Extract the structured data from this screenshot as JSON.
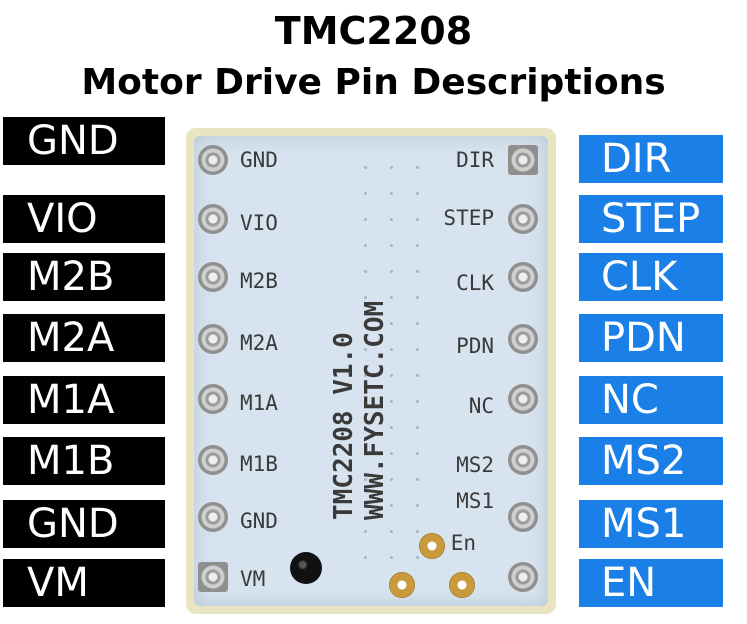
{
  "title": {
    "line1": "TMC2208",
    "line2": "Motor Drive Pin Descriptions"
  },
  "left_pins": [
    "GND",
    "VIO",
    "M2B",
    "M2A",
    "M1A",
    "M1B",
    "GND",
    "VM"
  ],
  "right_pins": [
    "DIR",
    "STEP",
    "CLK",
    "PDN",
    "NC",
    "MS2",
    "MS1",
    "EN"
  ],
  "board": {
    "silkscreen_left": [
      "GND",
      "VIO",
      "M2B",
      "M2A",
      "M1A",
      "M1B",
      "GND",
      "VM"
    ],
    "silkscreen_right": [
      "DIR",
      "STEP",
      "CLK",
      "PDN",
      "NC",
      "MS2",
      "MS1",
      "En"
    ],
    "vertical_text": [
      "TMC2208 V1.0",
      "WWW.FYSETC.COM"
    ]
  },
  "colors": {
    "left_label_bg": "#000000",
    "right_label_bg": "#1a7fe6",
    "board_bg": "#d7e4ef"
  }
}
